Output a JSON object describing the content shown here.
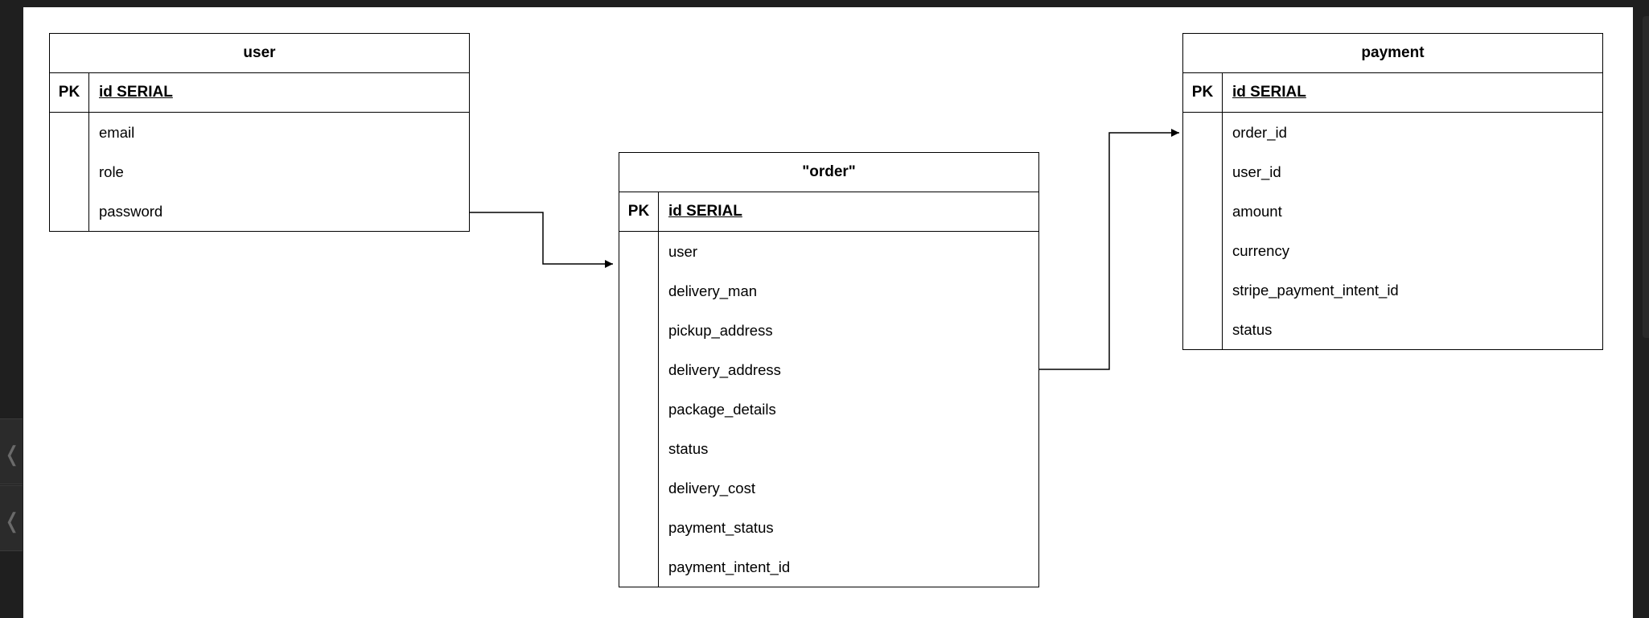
{
  "diagram": {
    "entities": {
      "user": {
        "title": "user",
        "pk_label": "PK",
        "pk_field": "id SERIAL",
        "fields": [
          "email",
          "role",
          "password"
        ]
      },
      "order": {
        "title": "\"order\"",
        "pk_label": "PK",
        "pk_field": "id SERIAL",
        "fields": [
          "user",
          "delivery_man",
          "pickup_address",
          "delivery_address",
          "package_details",
          "status",
          "delivery_cost",
          "payment_status",
          "payment_intent_id"
        ]
      },
      "payment": {
        "title": "payment",
        "pk_label": "PK",
        "pk_field": "id SERIAL",
        "fields": [
          "order_id",
          "user_id",
          "amount",
          "currency",
          "stripe_payment_intent_id",
          "status"
        ]
      }
    },
    "relationships": [
      {
        "from": "user",
        "to": "order"
      },
      {
        "from": "order",
        "to": "payment"
      }
    ]
  }
}
